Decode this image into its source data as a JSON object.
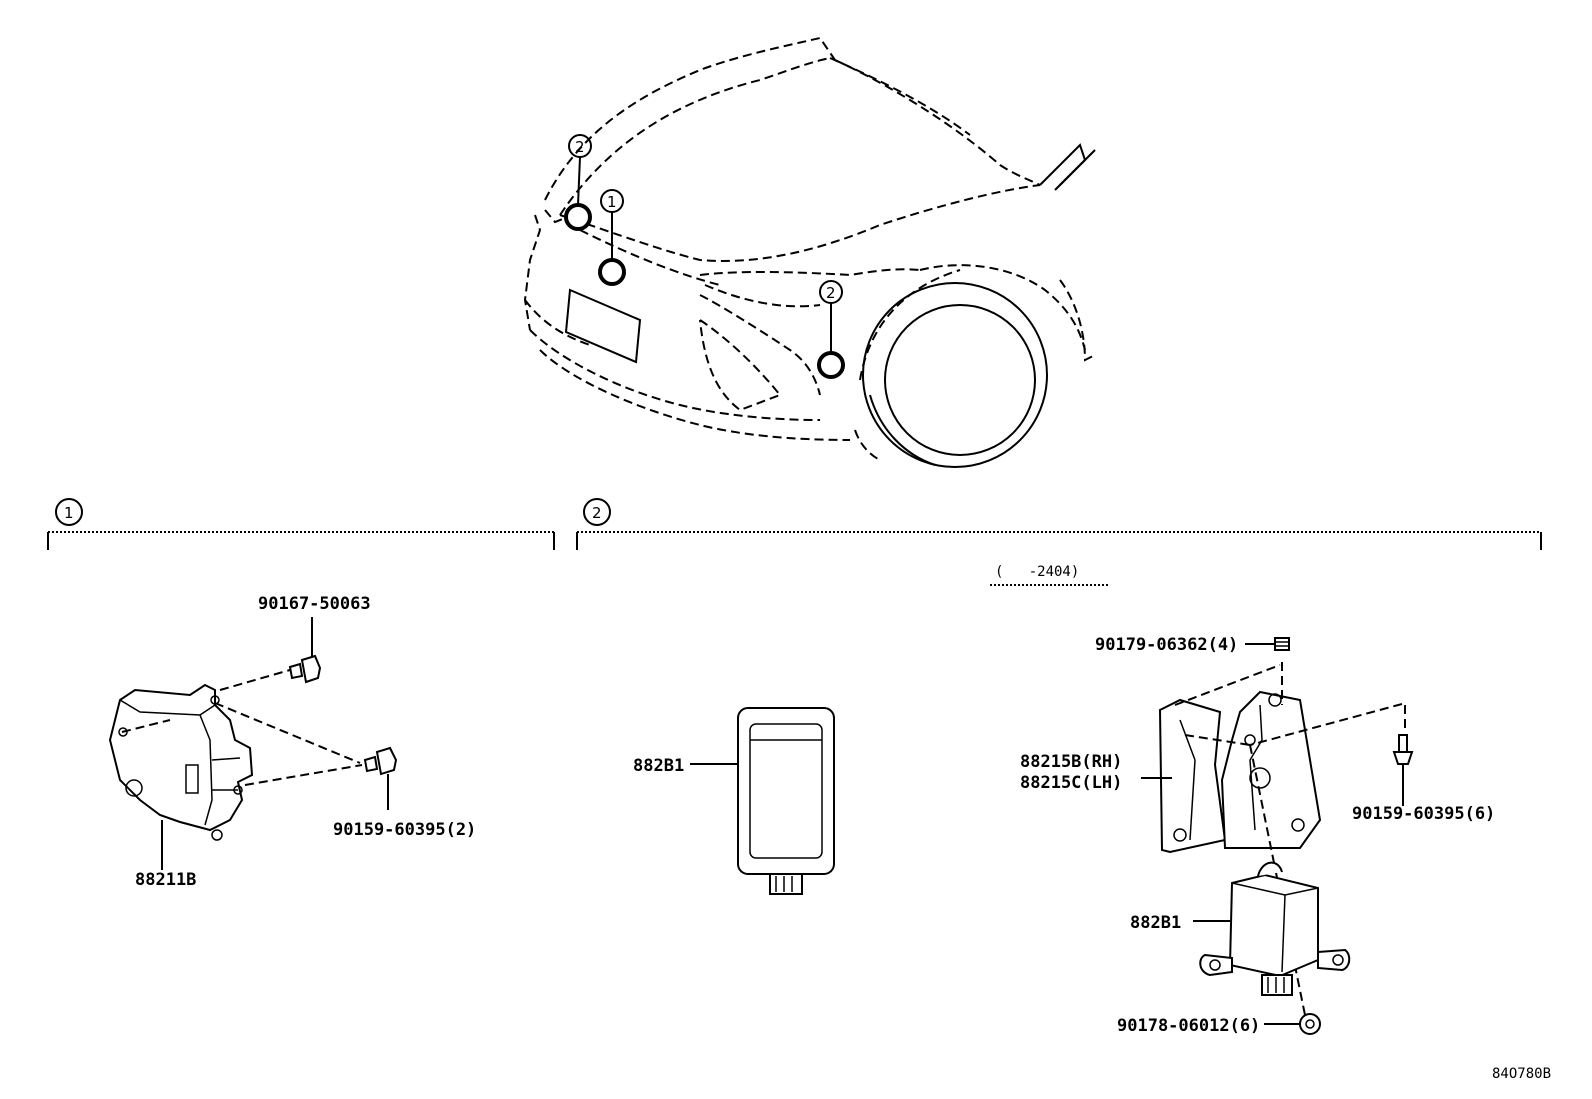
{
  "callouts": {
    "one": "1",
    "two": "2"
  },
  "sections": {
    "one": {
      "number": "1"
    },
    "two": {
      "number": "2",
      "range_note": "(   -2404)"
    }
  },
  "parts": {
    "bolt_top": "90167-50063",
    "bolt_side": "90159-60395(2)",
    "sensor_1": "88211B",
    "radar_left": "882B1",
    "screw_top": "90179-06362(4)",
    "bracket_rh": "88215B(RH)",
    "bracket_lh": "88215C(LH)",
    "bolt_right": "90159-60395(6)",
    "radar_right": "882B1",
    "nut_bottom": "90178-06012(6)"
  },
  "diagram_code": "84O780B"
}
